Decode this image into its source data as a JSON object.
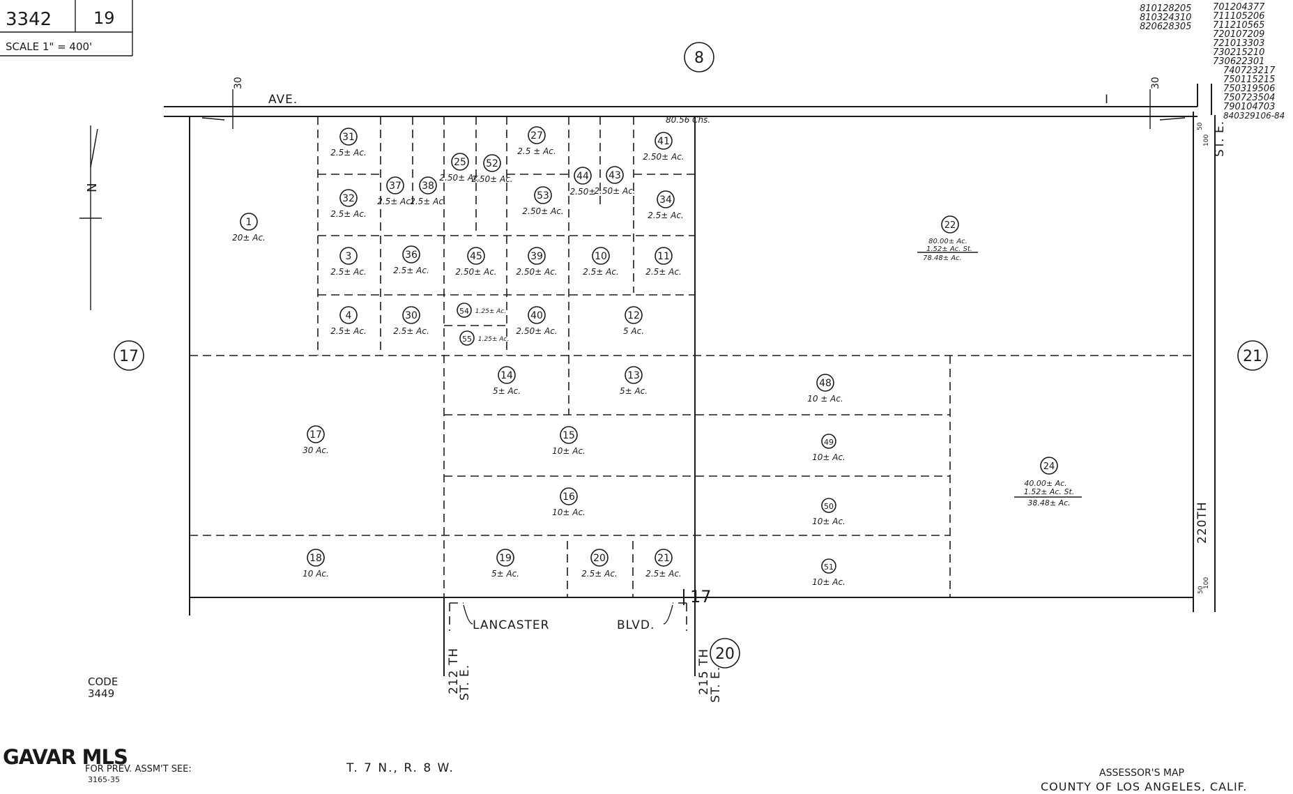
{
  "header": {
    "map_book": "3342",
    "map_page": "19",
    "scale": "SCALE 1\" = 400'"
  },
  "document_numbers": {
    "col1": [
      "810128205",
      "810324310",
      "820628305"
    ],
    "col2": [
      "701204377",
      "711105206",
      "711210565",
      "720107209",
      "721013303",
      "730215210",
      "730622301",
      "740723217",
      "750115215",
      "750319506",
      "750723504",
      "790104703",
      "840329106-84"
    ]
  },
  "adjacent_pages": [
    "8",
    "17",
    "21",
    "20"
  ],
  "streets": {
    "north_ave": "AVE.",
    "north_ave_letter": "I",
    "east_st_top": "ST. E.",
    "east_st_bottom": "220TH",
    "south_blvd_1": "LANCASTER",
    "south_blvd_2": "BLVD.",
    "west_st_num": "212 TH",
    "west_st_suffix": "ST. E.",
    "mid_st_num": "215 TH",
    "mid_st_suffix": "ST. E."
  },
  "dimensions": {
    "west_row_width": "30",
    "east_row_width": "30",
    "chains": "80.56 Chs.",
    "east_50_top": "50",
    "east_100_top": "100",
    "east_50_bottom": "50",
    "east_100_bottom": "100",
    "section_17": "17"
  },
  "parcels": [
    {
      "num": "1",
      "area": "20± Ac."
    },
    {
      "num": "31",
      "area": "2.5± Ac."
    },
    {
      "num": "32",
      "area": "2.5± Ac."
    },
    {
      "num": "37",
      "area": "2.5± Ac."
    },
    {
      "num": "38",
      "area": "2.5± Ac."
    },
    {
      "num": "25",
      "area": "2.50± Ac."
    },
    {
      "num": "52",
      "area": "2.50± Ac."
    },
    {
      "num": "27",
      "area": "2.5 ± Ac."
    },
    {
      "num": "53",
      "area": "2.50± Ac."
    },
    {
      "num": "44",
      "area": "2.50±"
    },
    {
      "num": "43",
      "area": "2.50± Ac."
    },
    {
      "num": "41",
      "area": "2.50± Ac."
    },
    {
      "num": "34",
      "area": "2.5± Ac."
    },
    {
      "num": "3",
      "area": "2.5± Ac."
    },
    {
      "num": "36",
      "area": "2.5± Ac."
    },
    {
      "num": "45",
      "area": "2.50± Ac."
    },
    {
      "num": "39",
      "area": "2.50± Ac."
    },
    {
      "num": "10",
      "area": "2.5± Ac."
    },
    {
      "num": "11",
      "area": "2.5± Ac."
    },
    {
      "num": "4",
      "area": "2.5± Ac."
    },
    {
      "num": "30",
      "area": "2.5± Ac."
    },
    {
      "num": "54",
      "area": "1.25± Ac."
    },
    {
      "num": "55",
      "area": "1.25± Ac."
    },
    {
      "num": "40",
      "area": "2.50± Ac."
    },
    {
      "num": "12",
      "area": "5 Ac."
    },
    {
      "num": "14",
      "area": "5± Ac."
    },
    {
      "num": "13",
      "area": "5± Ac."
    },
    {
      "num": "48",
      "area": "10 ± Ac."
    },
    {
      "num": "17",
      "area": "30 Ac."
    },
    {
      "num": "15",
      "area": "10± Ac."
    },
    {
      "num": "49",
      "area": "10± Ac."
    },
    {
      "num": "16",
      "area": "10± Ac."
    },
    {
      "num": "50",
      "area": "10± Ac."
    },
    {
      "num": "18",
      "area": "10 Ac."
    },
    {
      "num": "19",
      "area": "5± Ac."
    },
    {
      "num": "20",
      "area": "2.5± Ac."
    },
    {
      "num": "21",
      "area": "2.5± Ac."
    },
    {
      "num": "51",
      "area": "10± Ac."
    }
  ],
  "parcel_22": {
    "num": "22",
    "l1": "80.00± Ac.",
    "l2": "1.52± Ac. St.",
    "l3": "78.48± Ac."
  },
  "parcel_24": {
    "num": "24",
    "l1": "40.00± Ac.",
    "l2": "1.52± Ac. St.",
    "l3": "38.48± Ac."
  },
  "north_arrow": "N",
  "code_label": "CODE",
  "code_value": "3449",
  "watermark": "GAVAR MLS",
  "prev_assmt": "FOR PREV. ASSM'T SEE:",
  "prev_assmt_ref": "3165-35",
  "township": "T. 7 N., R. 8 W.",
  "footer_1": "ASSESSOR'S MAP",
  "footer_2": "COUNTY OF LOS ANGELES, CALIF."
}
